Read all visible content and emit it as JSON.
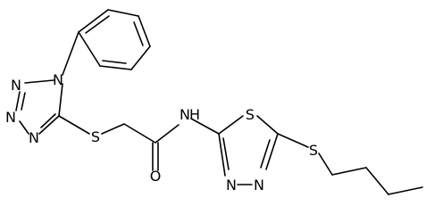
{
  "molecule": {
    "atoms": {
      "n_phenyl": "N",
      "n_tz_a": "N",
      "n_tz_b": "N",
      "n_tz_c": "N",
      "s_thioether": "S",
      "o_carbonyl": "O",
      "nh_amide": "N",
      "h_amide": "H",
      "s_thiadiazole": "S",
      "n_td_a": "N",
      "n_td_b": "N",
      "s_butyl": "S"
    },
    "colors": {
      "bond": "#000000",
      "label": "#000000",
      "background": "#ffffff"
    }
  }
}
